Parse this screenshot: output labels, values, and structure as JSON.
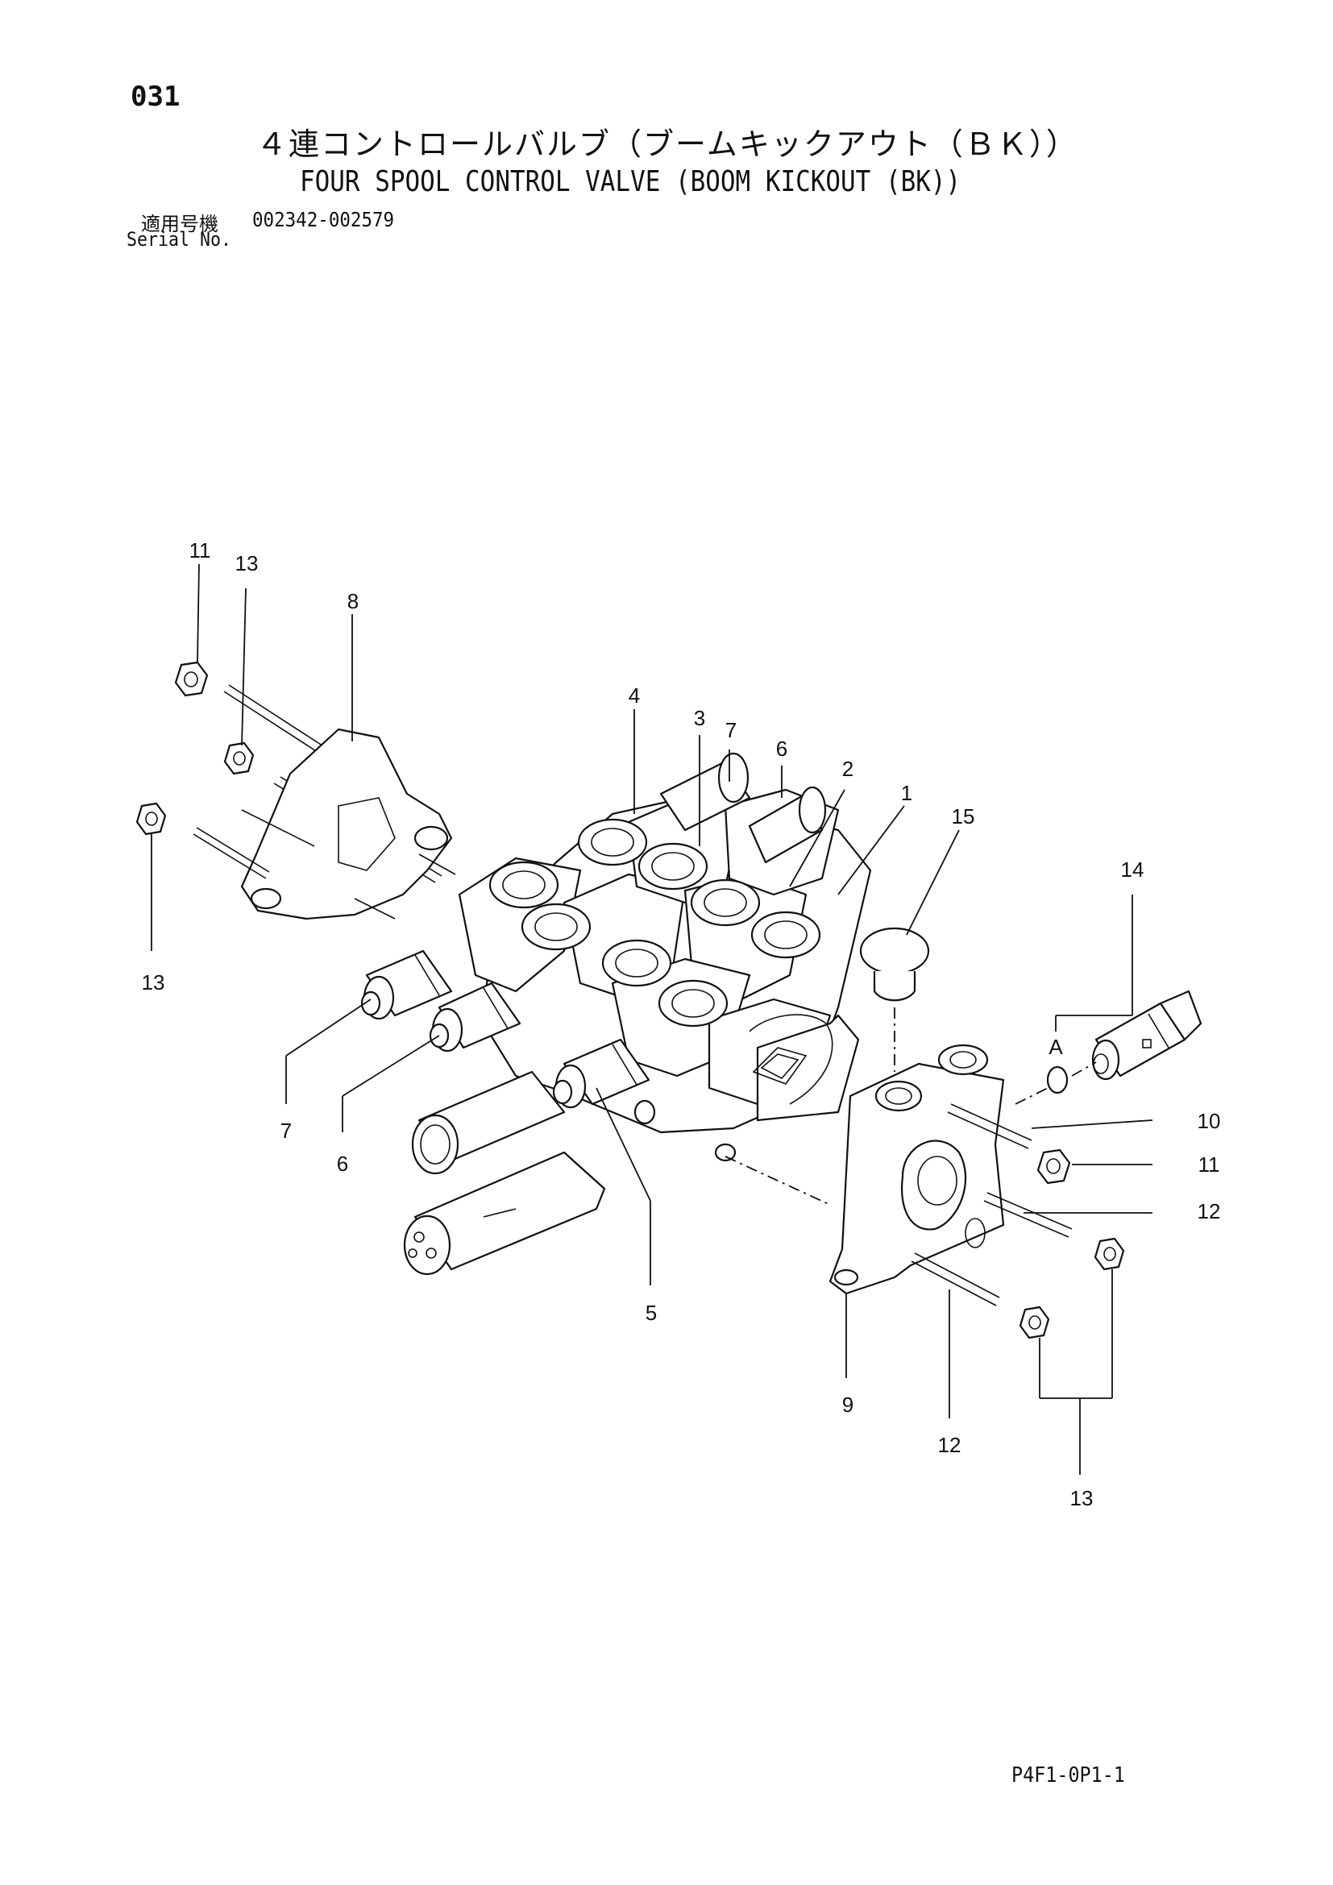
{
  "header": {
    "page_number": "031",
    "title_ja": "４連コントロールバルブ（ブームキックアウト（ＢＫ））",
    "title_en": "FOUR SPOOL CONTROL VALVE (BOOM KICKOUT (BK))",
    "serial_label_ja": "適用号機",
    "serial_range": "002342-002579",
    "serial_label_en": "Serial No."
  },
  "callouts": {
    "c1": "1",
    "c2": "2",
    "c3": "3",
    "c4": "4",
    "c5": "5",
    "c6a": "6",
    "c6b": "6",
    "c7a": "7",
    "c7b": "7",
    "c8": "8",
    "c9": "9",
    "c10": "10",
    "c11a": "11",
    "c11b": "11",
    "c12a": "12",
    "c12b": "12",
    "c13a": "13",
    "c13b": "13",
    "c13c": "13",
    "c14": "14",
    "c15": "15",
    "cA": "A"
  },
  "footer": {
    "page_code": "P4F1-0P1-1"
  }
}
